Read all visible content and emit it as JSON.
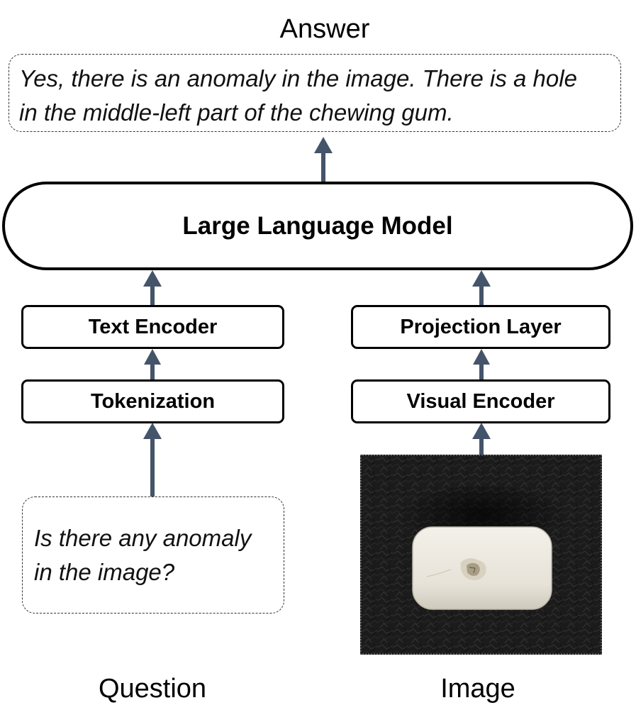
{
  "answer": {
    "caption": "Answer",
    "text_line1": "Yes, there is an anomaly in the image. There is a hole",
    "text_line2": "in the middle-left  part of the chewing gum."
  },
  "llm": {
    "label": "Large Language Model"
  },
  "left_branch": {
    "text_encoder_label": "Text Encoder",
    "tokenization_label": "Tokenization",
    "question_line1": "Is there any anomaly",
    "question_line2": "in the image?",
    "caption": "Question"
  },
  "right_branch": {
    "projection_label": "Projection Layer",
    "visual_encoder_label": "Visual Encoder",
    "caption": "Image"
  },
  "colors": {
    "arrow": "#44546a",
    "border": "#000000",
    "photo_background": "#1a1a1a",
    "gum": "#ece8de"
  }
}
